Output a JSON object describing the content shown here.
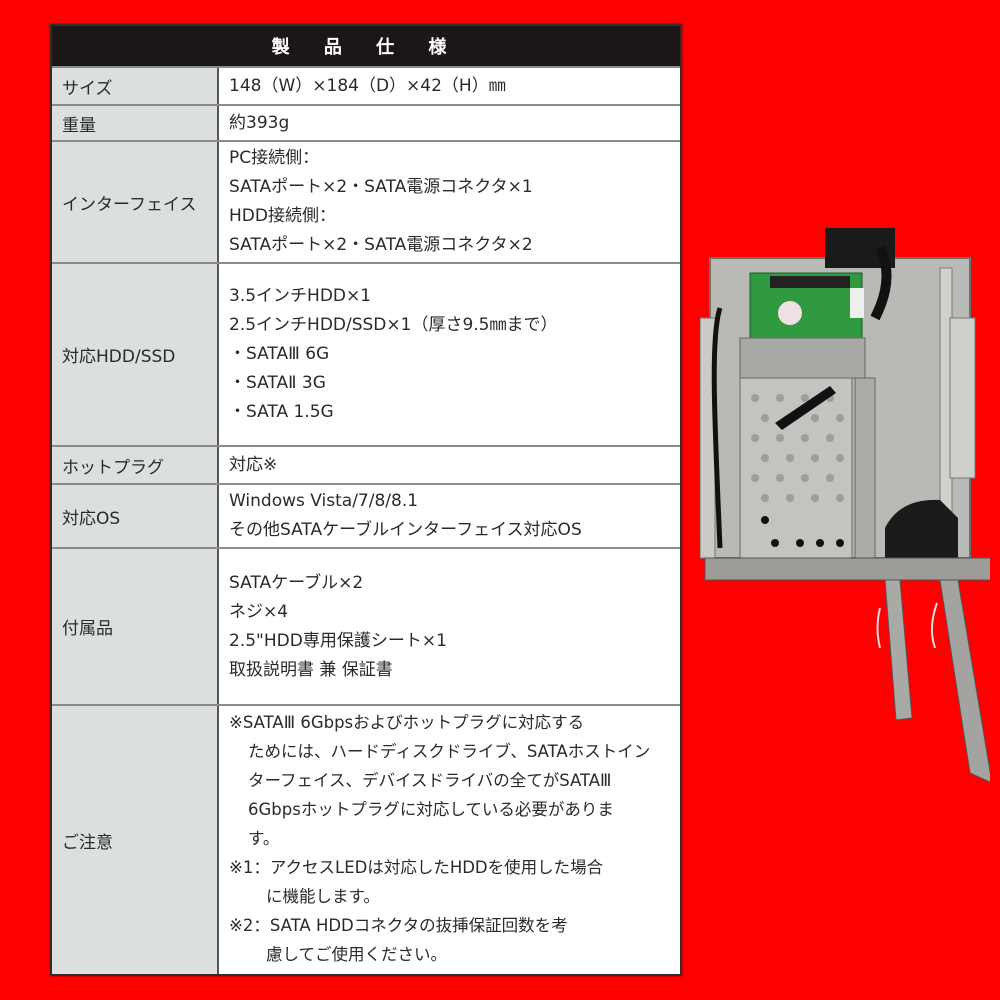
{
  "background_color": "#ff0000",
  "table": {
    "title": "製 品 仕 様",
    "rows": [
      {
        "label": "サイズ",
        "lines": [
          "148（W）×184（D）×42（H）㎜"
        ]
      },
      {
        "label": "重量",
        "lines": [
          "約393g"
        ]
      },
      {
        "label": "インターフェイス",
        "lines": [
          "PC接続側：",
          "SATAポート×2・SATA電源コネクタ×1",
          "HDD接続側：",
          "SATAポート×2・SATA電源コネクタ×2"
        ]
      },
      {
        "label": "対応HDD/SSD",
        "lines": [
          "3.5インチHDD×1",
          "2.5インチHDD/SSD×1（厚さ9.5㎜まで）",
          "・SATAⅢ 6G",
          "・SATAⅡ 3G",
          "・SATA 1.5G"
        ]
      },
      {
        "label": "ホットプラグ",
        "lines": [
          "対応※"
        ]
      },
      {
        "label": "対応OS",
        "lines": [
          "Windows Vista/7/8/8.1",
          "その他SATAケーブルインターフェイス対応OS"
        ]
      },
      {
        "label": "付属品",
        "lines": [
          "SATAケーブル×2",
          "ネジ×4",
          "2.5\"HDD専用保護シート×1",
          "取扱説明書 兼 保証書"
        ]
      },
      {
        "label": "ご注意",
        "notes": [
          "※SATAⅢ 6Gbpsおよびホットプラグに対応する",
          "ためには、ハードディスクドライブ、SATAホストイン",
          "ターフェイス、デバイスドライバの全てがSATAⅢ",
          "6Gbpsホットプラグに対応している必要がありま",
          "す。",
          "※1：アクセスLEDは対応したHDDを使用した場合",
          "に機能します。",
          "※2：SATA HDDコネクタの抜挿保証回数を考",
          "慮してご使用ください。"
        ]
      }
    ]
  },
  "product_image": {
    "alt": "SATA hot-swap mobile rack with 3.5-inch and 2.5-inch drive bays"
  }
}
